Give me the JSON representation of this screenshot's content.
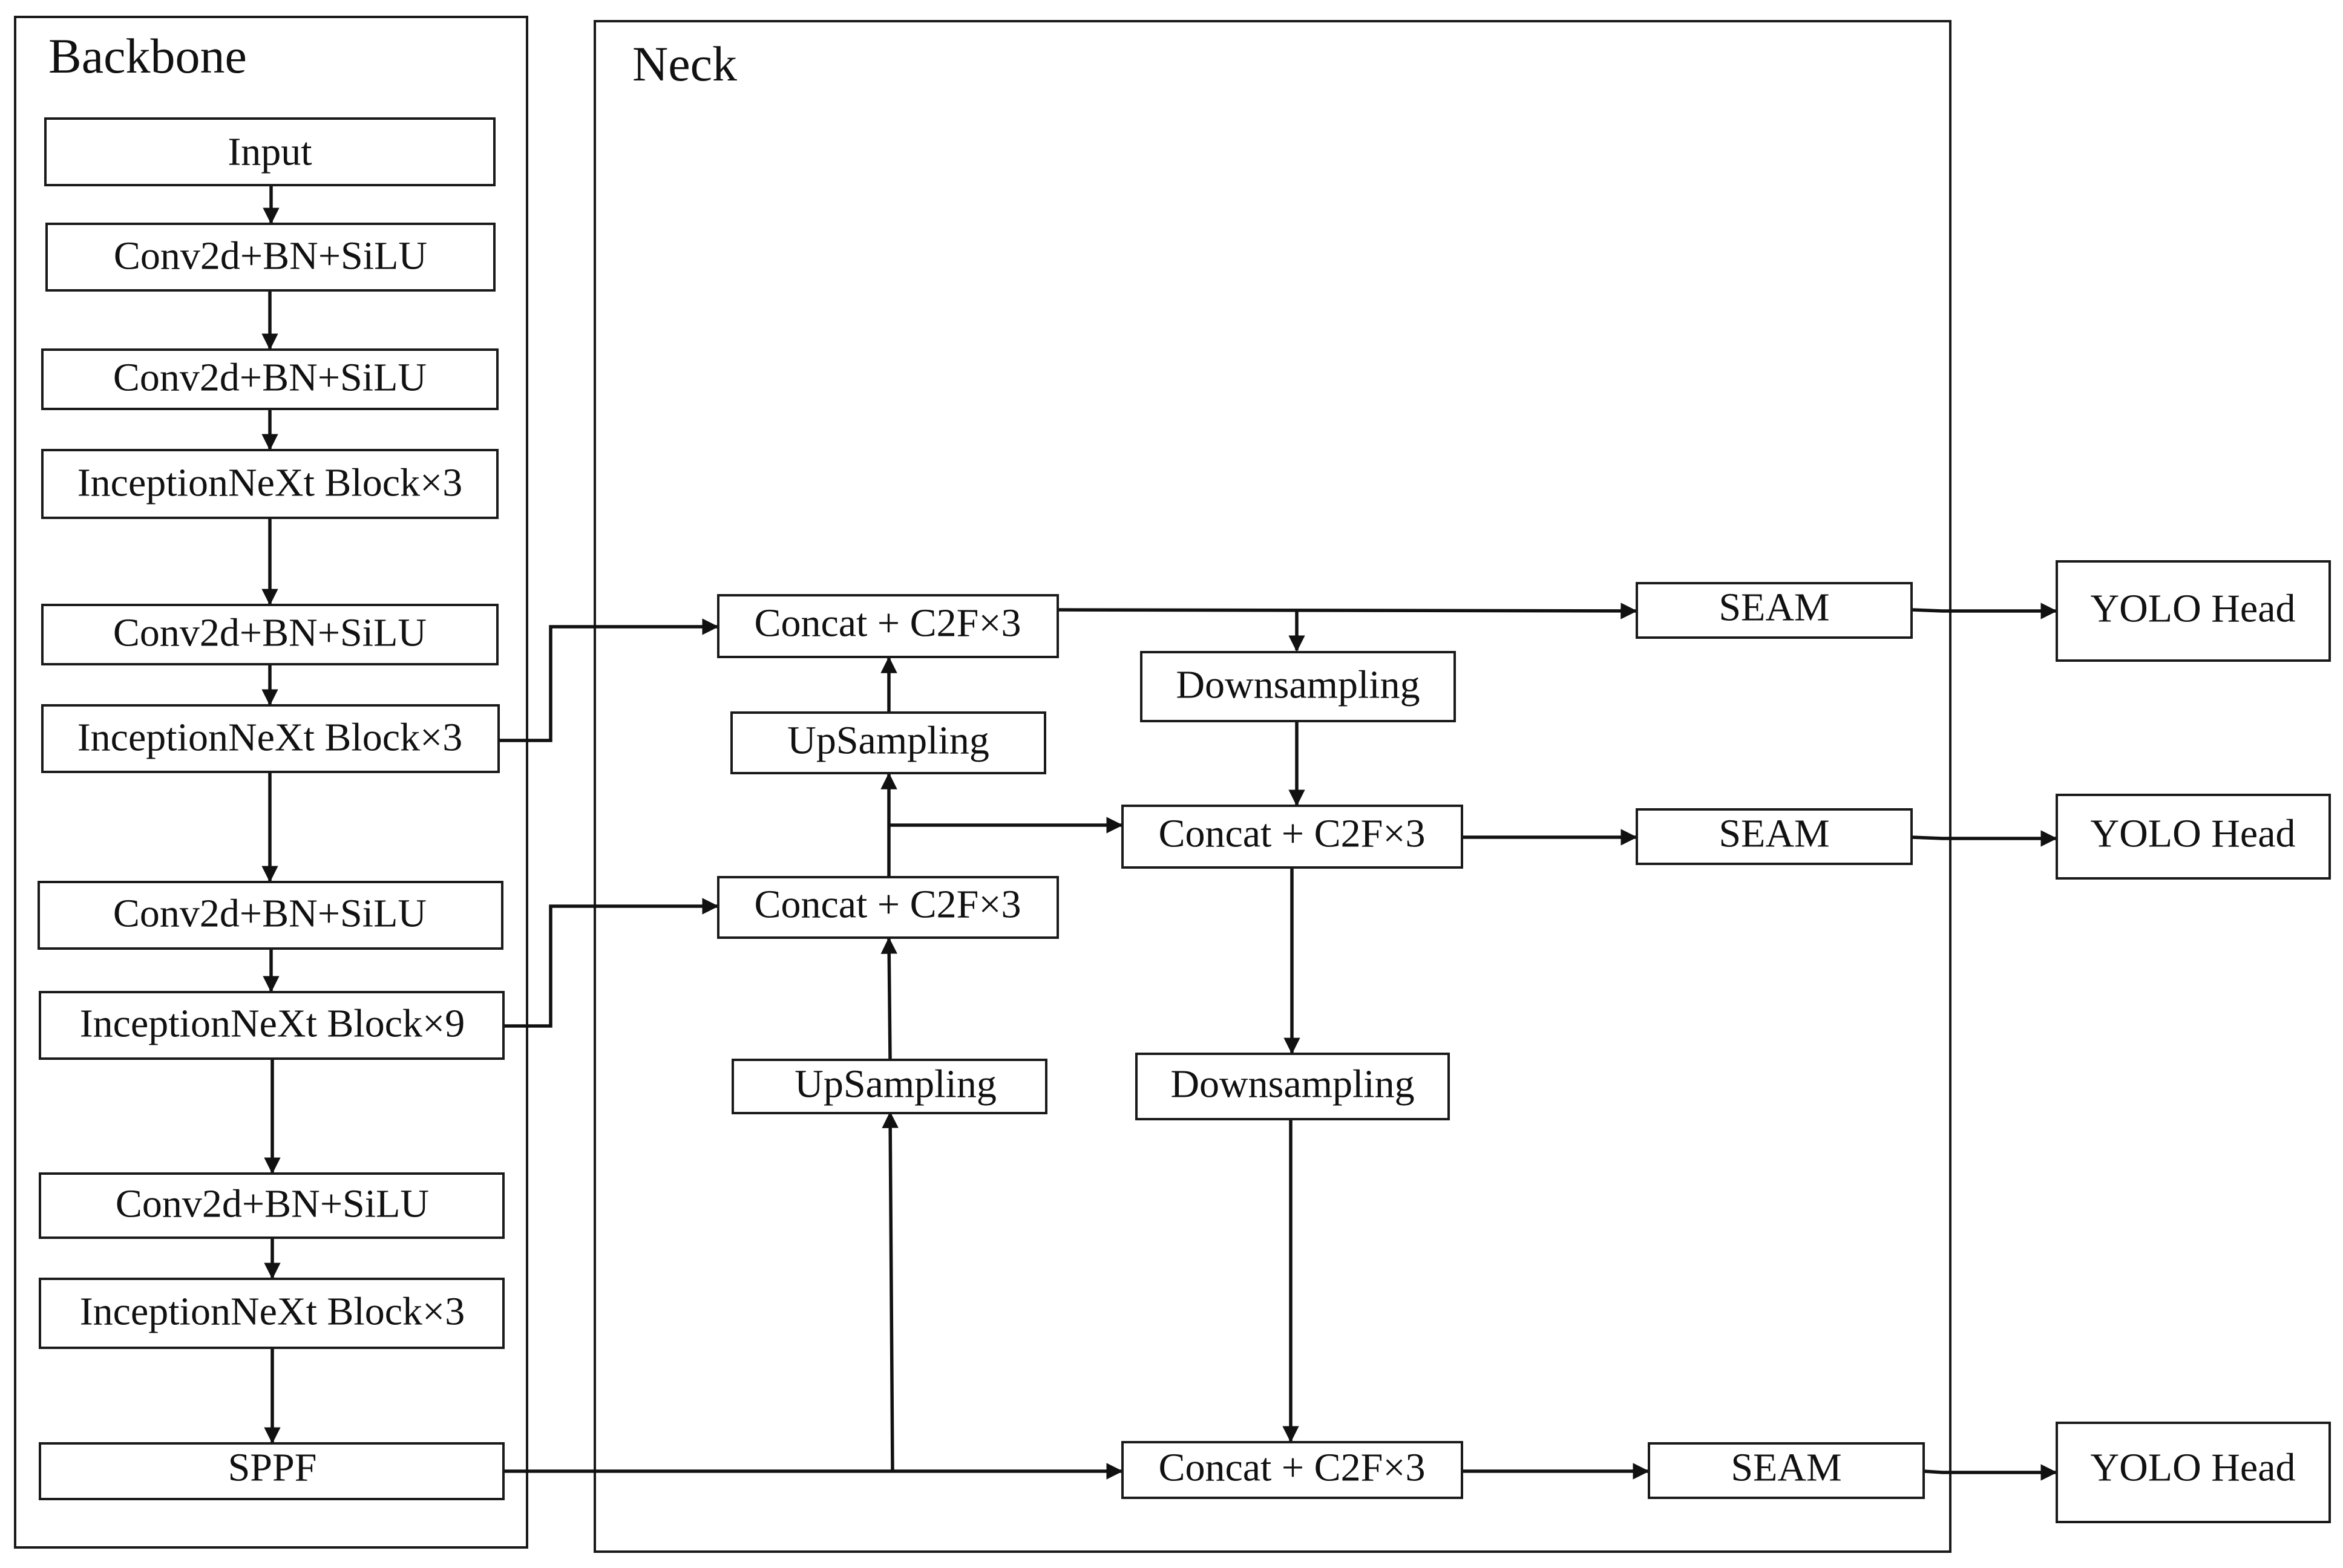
{
  "panels": {
    "backbone": "Backbone",
    "neck": "Neck"
  },
  "backbone": {
    "input": "Input",
    "conv1": "Conv2d+BN+SiLU",
    "conv2": "Conv2d+BN+SiLU",
    "inception1": "InceptionNeXt Block×3",
    "conv3": "Conv2d+BN+SiLU",
    "inception2": "InceptionNeXt Block×3",
    "conv4": "Conv2d+BN+SiLU",
    "inception3": "InceptionNeXt Block×9",
    "conv5": "Conv2d+BN+SiLU",
    "inception4": "InceptionNeXt Block×3",
    "sppf": "SPPF"
  },
  "neck": {
    "concat_top": "Concat + C2F×3",
    "upsampling_top": "UpSampling",
    "concat_mid_left": "Concat + C2F×3",
    "upsampling_bottom": "UpSampling",
    "downsampling_top": "Downsampling",
    "concat_mid_right": "Concat + C2F×3",
    "downsampling_bottom": "Downsampling",
    "concat_bottom": "Concat + C2F×3",
    "seam_top": "SEAM",
    "seam_mid": "SEAM",
    "seam_bottom": "SEAM"
  },
  "heads": {
    "top": "YOLO Head",
    "mid": "YOLO Head",
    "bottom": "YOLO Head"
  }
}
